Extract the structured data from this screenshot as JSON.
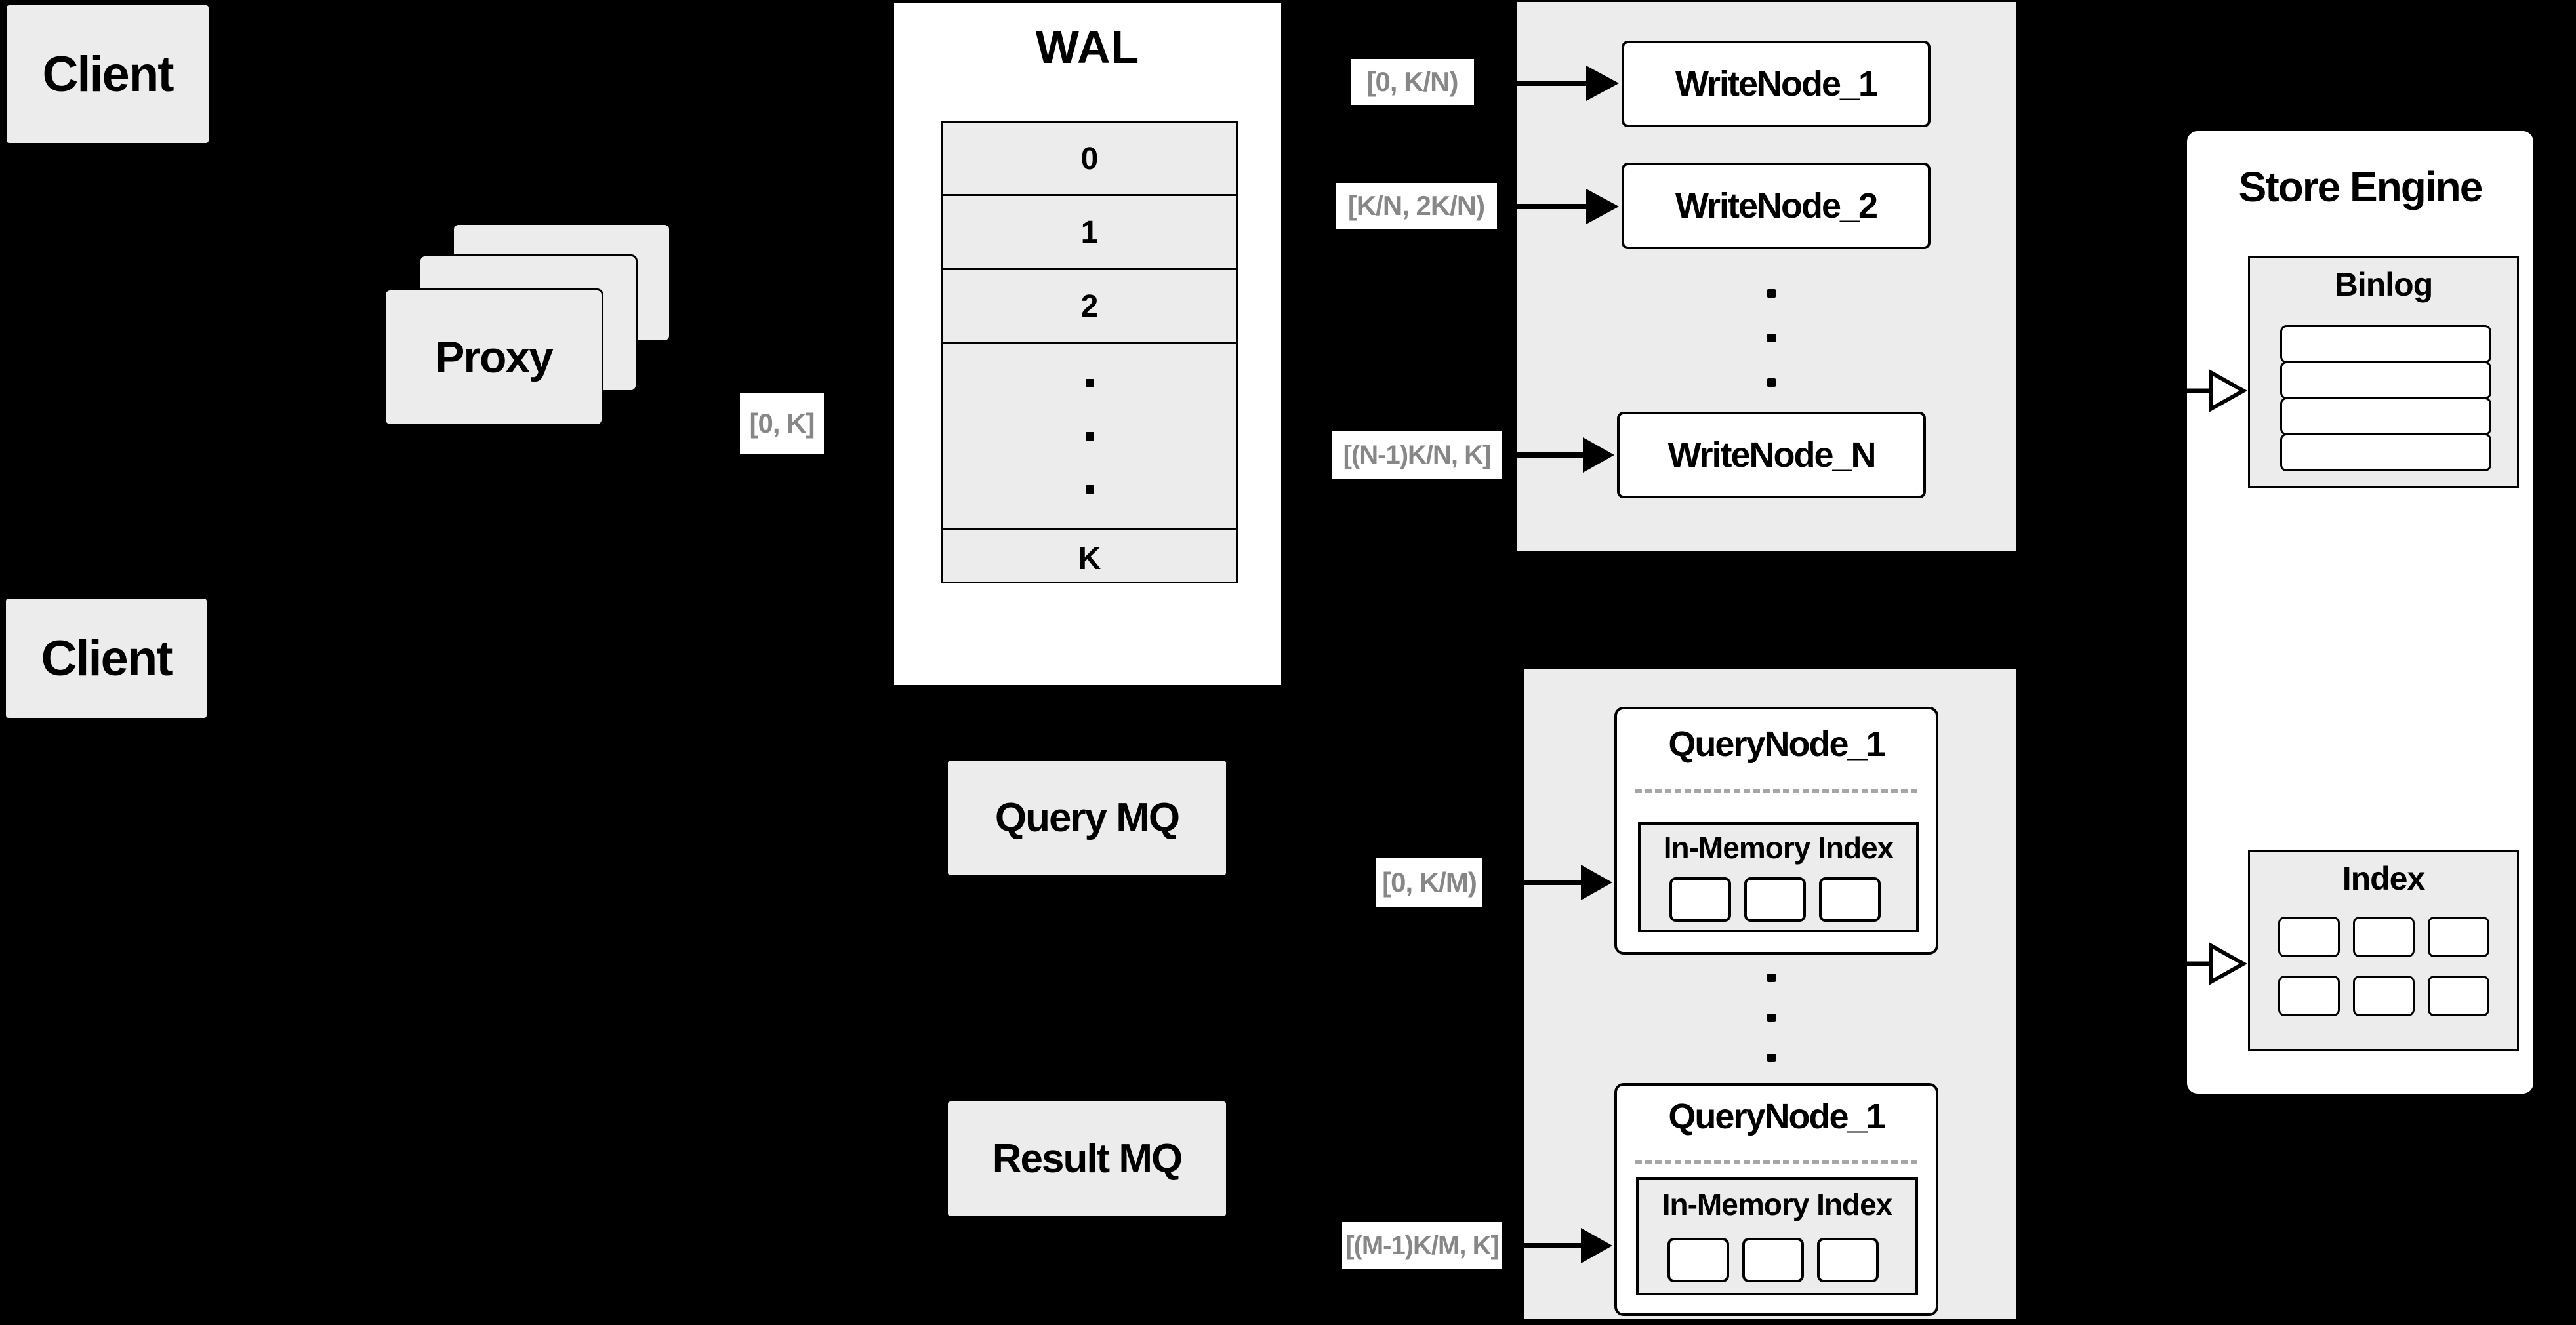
{
  "colors": {
    "background": "#000000",
    "box_fill": "#ececec",
    "node_fill": "#ffffff",
    "border": "#000000",
    "range_text": "#878787",
    "dashed_separator": "#a6a6a6"
  },
  "clients": {
    "top_label": "Client",
    "bottom_label": "Client"
  },
  "proxy": {
    "label": "Proxy",
    "range": "[0, K]"
  },
  "wal": {
    "title": "WAL",
    "rows": [
      "0",
      "1",
      "2"
    ],
    "last_row": "K"
  },
  "write": {
    "nodes": [
      {
        "label": "WriteNode_1",
        "range": "[0,  K/N)"
      },
      {
        "label": "WriteNode_2",
        "range": "[K/N, 2K/N)"
      },
      {
        "label": "WriteNode_N",
        "range": "[(N-1)K/N,  K]"
      }
    ]
  },
  "query": {
    "query_mq_label": "Query MQ",
    "result_mq_label": "Result MQ",
    "nodes": [
      {
        "label": "QueryNode_1",
        "inner_title": "In-Memory Index",
        "range": "[0, K/M)"
      },
      {
        "label": "QueryNode_1",
        "inner_title": "In-Memory Index",
        "range": "[(M-1)K/M, K]"
      }
    ]
  },
  "store": {
    "title": "Store Engine",
    "binlog_title": "Binlog",
    "index_title": "Index"
  }
}
